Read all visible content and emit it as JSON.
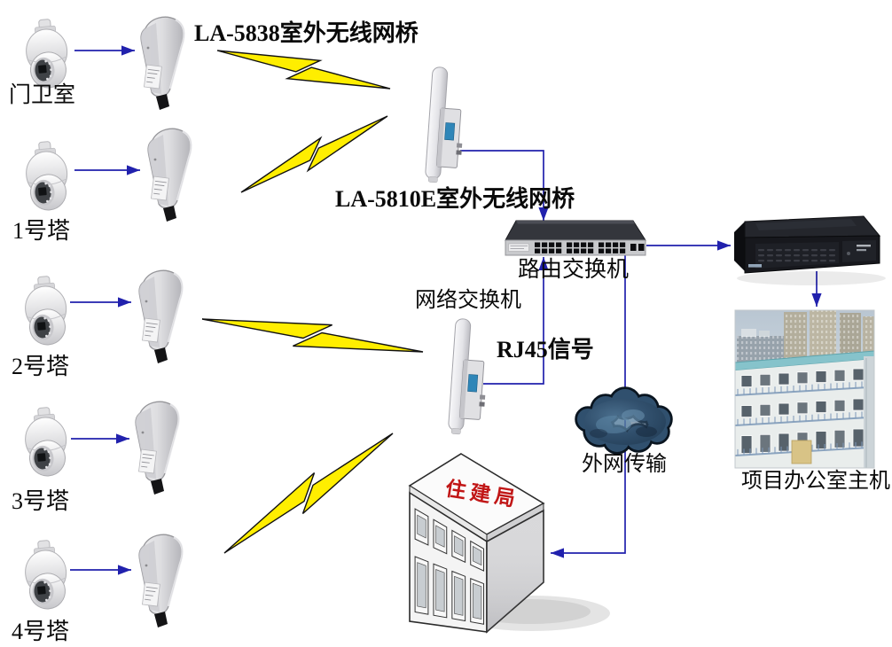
{
  "labels": {
    "la5838_bridge": "LA-5838室外无线网桥",
    "la5810e_bridge": "LA-5810E室外无线网桥",
    "router_switch": "路由交换机",
    "network_switch": "网络交换机",
    "rj45_signal": "RJ45信号",
    "wan_transfer": "外网传输",
    "bureau_building": "住建局",
    "office_host": "项目办公室主机"
  },
  "camera_rows": [
    {
      "label": "门卫室"
    },
    {
      "label": "1号塔"
    },
    {
      "label": "2号塔"
    },
    {
      "label": "3号塔"
    },
    {
      "label": "4号塔"
    }
  ],
  "icons": {
    "dome_camera": "ptz-dome-camera-icon",
    "client_bridge": "wireless-bridge-icon",
    "receiver_bridge": "panel-antenna-icon",
    "switch": "router-switch-icon",
    "nvr": "nvr-host-icon",
    "cloud": "wan-cloud-icon",
    "building": "bureau-building-icon",
    "photo": "office-photo"
  },
  "colors": {
    "connector_blue": "#2121ad",
    "lightning_yellow": "#ffee00",
    "bureau_text_red": "#c11616",
    "background": "#ffffff"
  }
}
